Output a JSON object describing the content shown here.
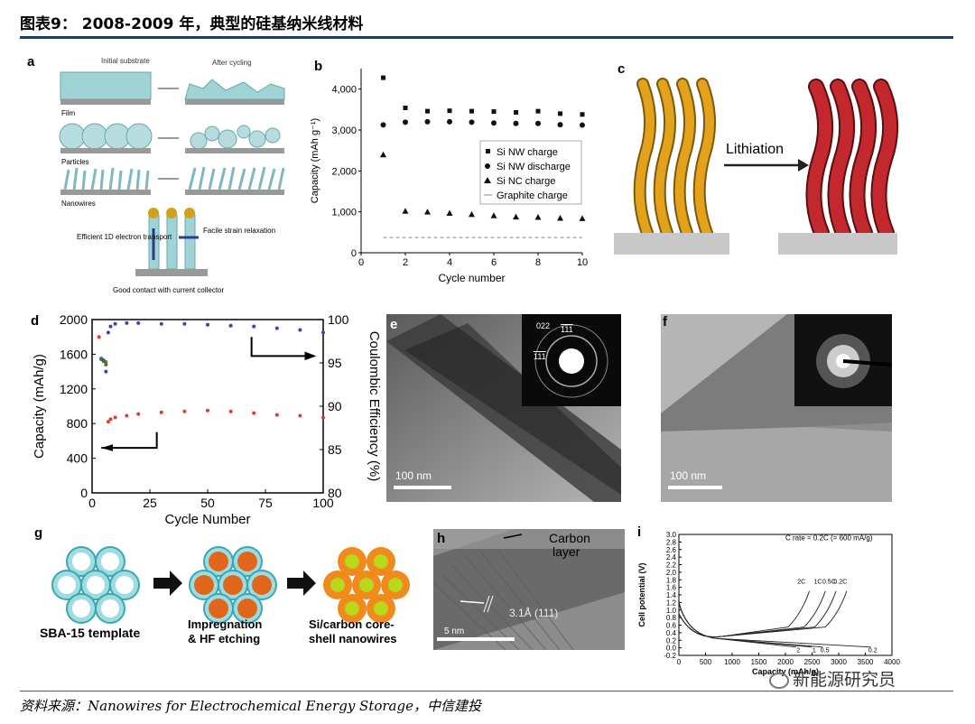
{
  "header": {
    "title": "图表9： 2008-2009 年，典型的硅基纳米线材料"
  },
  "footer": {
    "source": "资料来源：Nanowires for Electrochemical Energy Storage，中信建投"
  },
  "watermark": {
    "text": "新能源研究员",
    "icon": "wechat-icon"
  },
  "panels": {
    "a": {
      "label": "a",
      "col1": "Initial substrate",
      "col2": "After cycling",
      "rows": [
        "Film",
        "Particles",
        "Nanowires"
      ],
      "left_note": "Efficient 1D electron transport",
      "right_note": "Facile strain relaxation",
      "bottom_note": "Good contact with current collector"
    },
    "c": {
      "label": "c",
      "arrow_text": "Lithiation"
    },
    "e": {
      "label": "e",
      "scale": "100 nm",
      "saed": [
        "022",
        "111",
        "111"
      ]
    },
    "f": {
      "label": "f",
      "scale": "100 nm"
    },
    "g": {
      "label": "g",
      "step1": "SBA-15 template",
      "step2a": "Impregnation",
      "step2b": "& HF etching",
      "step3a": "Si/carbon core-",
      "step3b": "shell nanowires"
    },
    "h": {
      "label": "h",
      "layer_a": "Carbon",
      "layer_b": "layer",
      "spacing": "3.1Å (111)",
      "scale": "5 nm"
    }
  },
  "chart_data": [
    {
      "id": "b",
      "label": "b",
      "type": "scatter",
      "xlabel": "Cycle number",
      "ylabel": "Capacity (mAh g⁻¹)",
      "xlim": [
        0,
        10
      ],
      "ylim": [
        0,
        4500
      ],
      "xticks": [
        "0",
        "2",
        "4",
        "6",
        "8",
        "10"
      ],
      "yticks": [
        "0",
        "1,000",
        "2,000",
        "3,000",
        "4,000"
      ],
      "legend": "center-right",
      "series": [
        {
          "name": "Si NW charge",
          "marker": "square",
          "x": [
            1,
            2,
            3,
            4,
            5,
            6,
            7,
            8,
            9,
            10
          ],
          "y": [
            4277,
            3540,
            3460,
            3470,
            3460,
            3450,
            3430,
            3460,
            3400,
            3380
          ]
        },
        {
          "name": "Si NW discharge",
          "marker": "circle",
          "x": [
            1,
            2,
            3,
            4,
            5,
            6,
            7,
            8,
            9,
            10
          ],
          "y": [
            3124,
            3190,
            3200,
            3200,
            3190,
            3170,
            3160,
            3160,
            3130,
            3120
          ]
        },
        {
          "name": "Si NC charge",
          "marker": "triangle",
          "x": [
            1,
            2,
            3,
            4,
            5,
            6,
            7,
            8,
            9,
            10
          ],
          "y": [
            2400,
            1020,
            1000,
            970,
            940,
            910,
            880,
            870,
            850,
            840
          ]
        },
        {
          "name": "Graphite charge",
          "marker": "dash",
          "x": [
            1,
            10
          ],
          "y": [
            372,
            372
          ]
        }
      ]
    },
    {
      "id": "d",
      "label": "d",
      "type": "scatter",
      "xlabel": "Cycle Number",
      "ylabel": "Capacity (mAh/g)",
      "y2label": "Coulombic Efficiency (%)",
      "xlim": [
        0,
        100
      ],
      "ylim": [
        0,
        2000
      ],
      "y2lim": [
        80,
        100
      ],
      "xticks": [
        "0",
        "25",
        "50",
        "75",
        "100"
      ],
      "yticks": [
        "0",
        "400",
        "800",
        "1200",
        "1600",
        "2000"
      ],
      "y2ticks": [
        "80",
        "85",
        "90",
        "95",
        "100"
      ],
      "series": [
        {
          "name": "capacity",
          "color": "#e53935",
          "axis": "left",
          "x": [
            3,
            4,
            5,
            6,
            7,
            8,
            10,
            15,
            20,
            30,
            40,
            50,
            60,
            70,
            80,
            90,
            100
          ],
          "y": [
            1800,
            1540,
            1520,
            1510,
            820,
            850,
            870,
            890,
            910,
            930,
            940,
            950,
            940,
            920,
            900,
            890,
            870
          ]
        },
        {
          "name": "efficiency",
          "color": "#3a3fd0",
          "axis": "right",
          "x": [
            4,
            5,
            6,
            7,
            8,
            10,
            15,
            20,
            30,
            40,
            50,
            60,
            70,
            80,
            90,
            100
          ],
          "y": [
            95.5,
            95.3,
            94.0,
            98.5,
            99.2,
            99.5,
            99.6,
            99.6,
            99.5,
            99.5,
            99.4,
            99.3,
            99.2,
            99.0,
            98.8,
            98.5
          ]
        },
        {
          "name": "initial",
          "color": "#2e7d32",
          "axis": "left",
          "x": [
            4,
            5,
            6
          ],
          "y": [
            1550,
            1520,
            1480
          ]
        }
      ]
    },
    {
      "id": "i",
      "label": "i",
      "type": "line",
      "xlabel": "Capacity (mAh/g)",
      "ylabel": "Cell potential (V)",
      "xlim": [
        0,
        4000
      ],
      "ylim": [
        -0.2,
        3.0
      ],
      "xticks": [
        "0",
        "500",
        "1000",
        "1500",
        "2000",
        "2500",
        "3000",
        "3500",
        "4000"
      ],
      "yticks": [
        "-0.2",
        "0.0",
        "0.2",
        "0.4",
        "0.6",
        "0.8",
        "1.0",
        "1.2",
        "1.4",
        "1.6",
        "1.8",
        "2.0",
        "2.2",
        "2.4",
        "2.6",
        "2.8",
        "3.0"
      ],
      "note": "C rate = 0.2C (= 600 mA/g)",
      "charge_labels": [
        "2C",
        "1C",
        "0.5C",
        "0.2C"
      ],
      "discharge_labels": [
        "2",
        "1",
        "0.5",
        "0.2"
      ],
      "charge_ends": [
        2450,
        2750,
        2950,
        3150
      ],
      "discharge_ends": [
        2200,
        2500,
        2700,
        3600
      ]
    }
  ]
}
